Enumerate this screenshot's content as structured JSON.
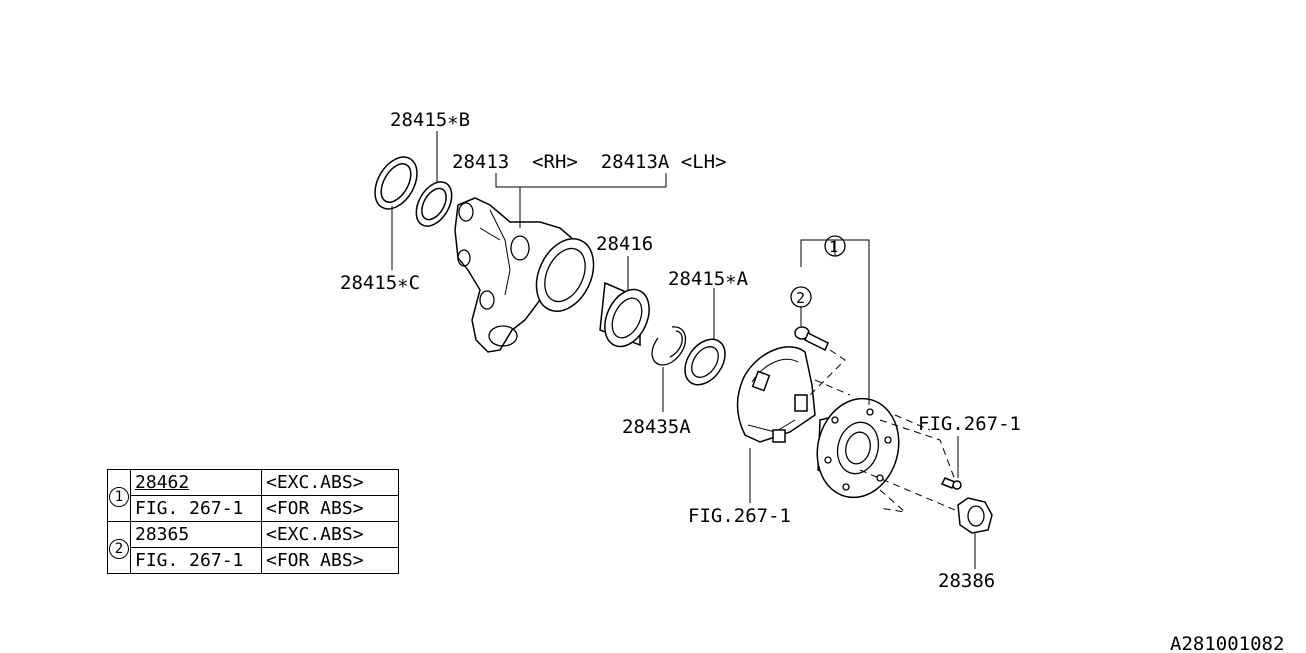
{
  "labels": {
    "seal_b": "28415∗B",
    "housing": "28413  <RH>  28413A <LH>",
    "seal_c": "28415∗C",
    "bearing": "28416",
    "seal_a": "28415∗A",
    "snap_ring": "28435A",
    "ref_one": "1",
    "ref_two": "2",
    "fig_right": "FIG.267-1",
    "fig_bottom": "FIG.267-1",
    "nut": "28386",
    "diagram_code": "A281001082"
  },
  "table": {
    "rows": [
      {
        "marker": "1",
        "part": "28462",
        "note": "<EXC.ABS>"
      },
      {
        "marker": "",
        "part": "FIG. 267-1",
        "note": "<FOR ABS>"
      },
      {
        "marker": "2",
        "part": "28365",
        "note": "<EXC.ABS>"
      },
      {
        "marker": "",
        "part": "FIG. 267-1",
        "note": "<FOR ABS>"
      }
    ]
  }
}
